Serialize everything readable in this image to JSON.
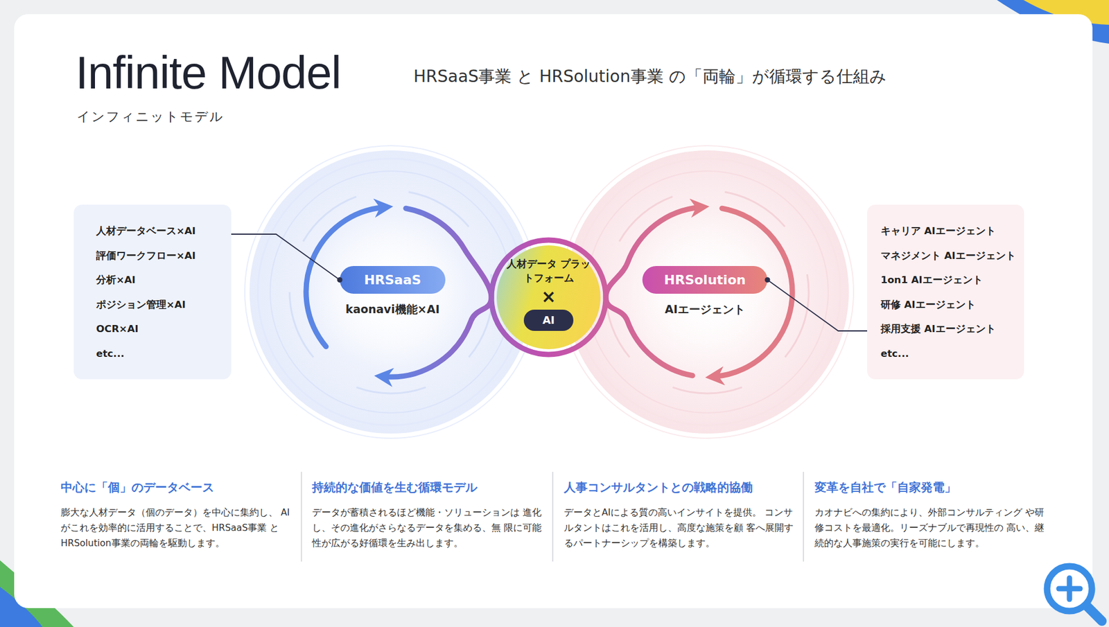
{
  "diagram": {
    "title": "Infinite Model",
    "nodes": [
      {
        "text": [
          "人材データベース×AI",
          "評価ワークフロー×AI",
          "分析×AI",
          "ポジション管理×AI",
          "OCR×AI",
          "etc..."
        ]
      },
      {
        "text": [
          "HRSaaS",
          "kaonavi機能×AI"
        ]
      },
      {
        "text": [
          "人材データ プラットフォーム",
          "×"
        ]
      },
      {
        "text": [
          "AI"
        ],
        "in": 2
      },
      {
        "text": [
          "HRSolution",
          "AIエージェント"
        ]
      },
      {
        "text": [
          "キャリア AIエージェント",
          "マネジメント AIエージェント",
          "1on1 AIエージェント",
          "研修 AIエージェント",
          "採用支援 AIエージェント",
          "etc..."
        ]
      }
    ],
    "edges": [
      {
        "from": 0,
        "to": 1,
        "arrow": "none"
      },
      {
        "from": 4,
        "to": 5,
        "arrow": "none"
      }
    ],
    "labels": [
      "インフィニットモデル",
      "HRSaaS事業 と HRSolution事業 の「両輪」が循環する仕組み",
      "中心に「個」のデータベース",
      "膨大な人材データ（個のデータ）を中心に集約し、 AIがこれを効率的に活用することで、HRSaaS事業 とHRSolution事業の両輪を駆動します。",
      "持続的な価値を生む循環モデル",
      "データが蓄積されるほど機能・ソリューションは 進化し、その進化がさらなるデータを集める、無 限に可能性が広がる好循環を生み出します。",
      "人事コンサルタントとの戦略的協働",
      "データとAIによる質の高いインサイトを提供。 コンサルタントはこれを活用し、高度な施策を顧 客へ展開するパートナーシップを構築します。",
      "変革を自社で「自家発電」",
      "カオナビへの集約により、外部コンサルティング や研修コストを最適化。リーズナブルで再現性の 高い、継続的な人事施策の実行を可能にします。"
    ]
  }
}
